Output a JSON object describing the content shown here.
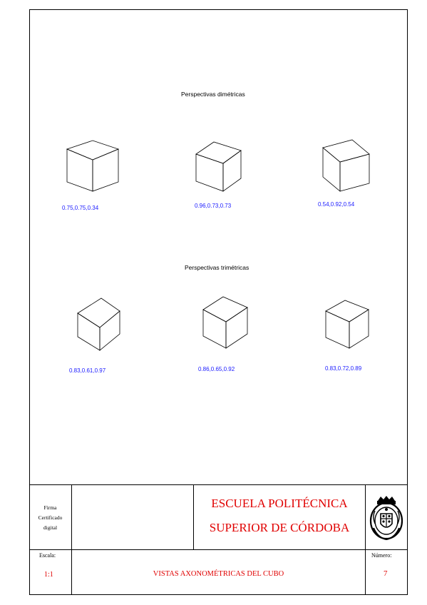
{
  "sections": {
    "dimetric_title": "Perspectivas dimétricas",
    "trimetric_title": "Perspectivas trimétricas"
  },
  "cubes": {
    "dimetric": [
      {
        "label": "0.75,0.75,0.34"
      },
      {
        "label": "0.96,0.73,0.73"
      },
      {
        "label": "0.54,0.92,0.54"
      }
    ],
    "trimetric": [
      {
        "label": "0.83,0.61,0.97"
      },
      {
        "label": "0.86,0.65,0.92"
      },
      {
        "label": "0.83,0.72,0.89"
      }
    ]
  },
  "title_block": {
    "firma_line1": "Firma",
    "firma_line2": "Certificado",
    "firma_line3": "digital",
    "school_line1": "ESCUELA POLITÉCNICA",
    "school_line2": "SUPERIOR DE CÓRDOBA",
    "escala_label": "Escala:",
    "escala_value": "1:1",
    "drawing_title": "VISTAS AXONOMÉTRICAS DEL CUBO",
    "numero_label": "Número:",
    "numero_value": "7",
    "logo_icon": "university-crest-icon"
  },
  "colors": {
    "label_blue": "#1a1aff",
    "title_red": "#e00000"
  }
}
